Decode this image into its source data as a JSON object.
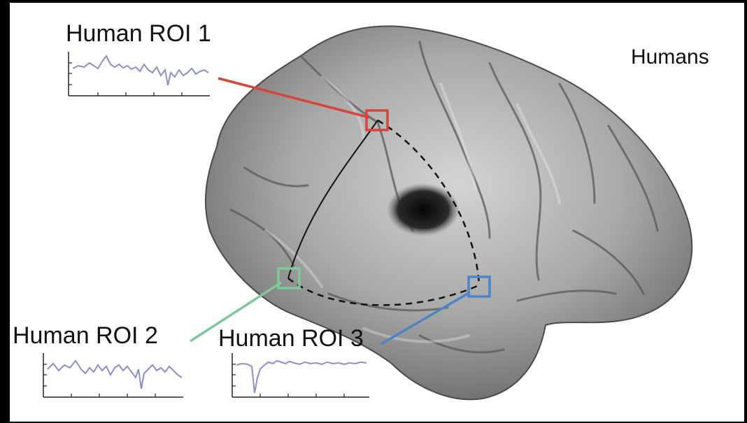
{
  "figure": {
    "species_label": "Humans",
    "rois": [
      {
        "id": "roi1",
        "label": "Human ROI 1",
        "color": "#d9443a"
      },
      {
        "id": "roi2",
        "label": "Human ROI 2",
        "color": "#7dc99a"
      },
      {
        "id": "roi3",
        "label": "Human ROI 3",
        "color": "#4a86c5"
      }
    ],
    "connections": [
      {
        "from": "roi1",
        "to": "roi2",
        "style": "solid"
      },
      {
        "from": "roi1",
        "to": "roi3",
        "style": "dashed"
      },
      {
        "from": "roi2",
        "to": "roi3",
        "style": "dashed"
      }
    ],
    "trace_color": "#8a8fc8",
    "brain_color": "#8c8c8c"
  }
}
